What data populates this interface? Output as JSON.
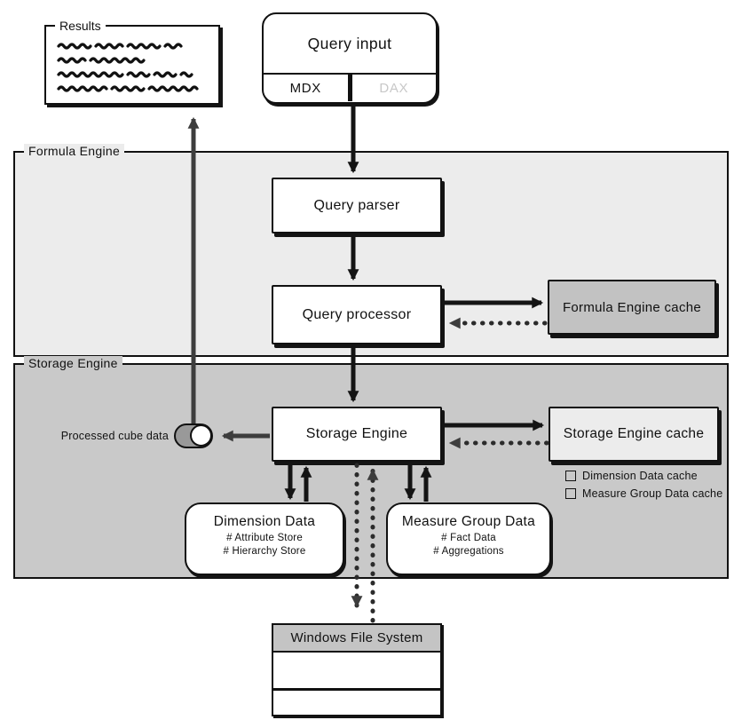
{
  "results_panel": {
    "label": "Results"
  },
  "query_input": {
    "title": "Query input",
    "tabs": [
      {
        "label": "MDX",
        "active": true
      },
      {
        "label": "DAX",
        "active": false
      }
    ]
  },
  "formula_engine": {
    "label": "Formula Engine",
    "query_parser": "Query parser",
    "query_processor": "Query processor",
    "cache": "Formula Engine cache"
  },
  "storage_engine": {
    "label": "Storage Engine",
    "engine_box": "Storage Engine",
    "cache": "Storage Engine cache",
    "processed_cube_data_label": "Processed cube data",
    "cache_options": [
      {
        "label": "Dimension Data cache",
        "checked": false
      },
      {
        "label": "Measure Group Data cache",
        "checked": false
      }
    ],
    "dimension_data": {
      "title": "Dimension Data",
      "items": [
        "# Attribute Store",
        "# Hierarchy Store"
      ]
    },
    "measure_group_data": {
      "title": "Measure Group Data",
      "items": [
        "# Fact Data",
        "# Aggregations"
      ]
    }
  },
  "file_system": {
    "title": "Windows File System",
    "empty_rows": 2
  },
  "colors": {
    "formula_engine_bg": "#ececec",
    "storage_engine_bg": "#c9c9c9",
    "formula_cache_bg": "#c2c2c2",
    "storage_cache_bg": "#ececec",
    "file_system_header_bg": "#c4c4c4",
    "inactive_tab_text": "#c8c8c8",
    "arrow_black": "#141414",
    "arrow_gray": "#3d3d3d",
    "toggle_fill": "#999999"
  }
}
